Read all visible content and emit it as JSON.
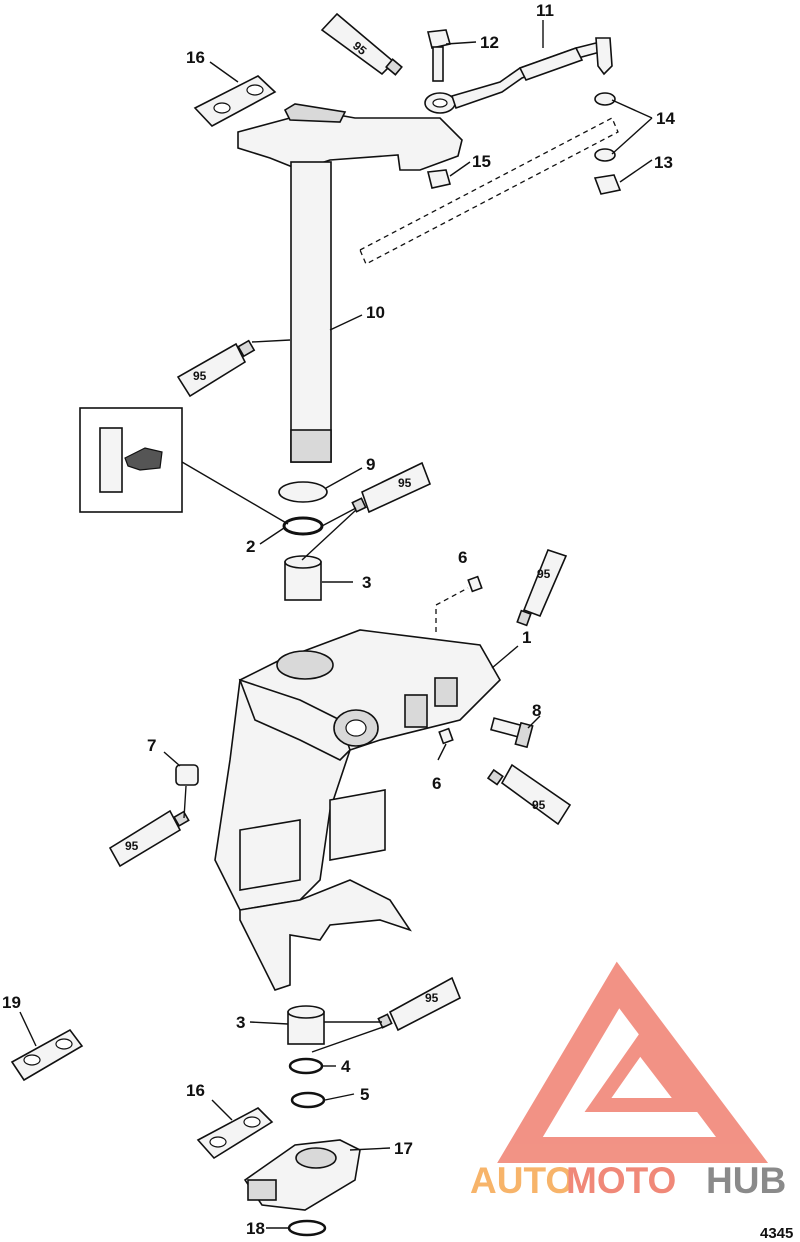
{
  "figure_number": "4345",
  "sealant_label": "95",
  "callouts": [
    "1",
    "2",
    "3",
    "3",
    "4",
    "5",
    "6",
    "6",
    "7",
    "8",
    "9",
    "10",
    "11",
    "12",
    "13",
    "14",
    "15",
    "16",
    "16",
    "17",
    "18",
    "19"
  ],
  "watermark": {
    "part1": "AUTO",
    "part2": "MOTO",
    "part3": "HUB",
    "colors": {
      "auto": "#f7b46a",
      "moto": "#f08878",
      "hub": "#8a8a8a",
      "logo": "#f08070"
    }
  }
}
